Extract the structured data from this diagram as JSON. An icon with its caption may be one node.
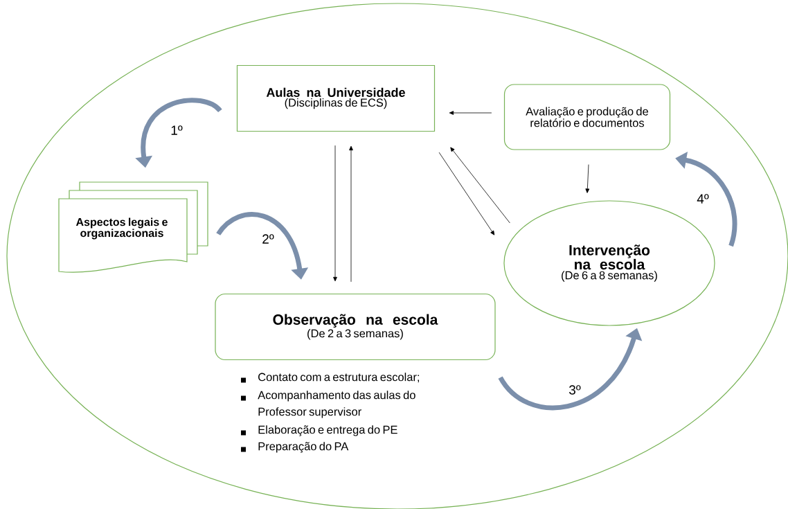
{
  "diagram": {
    "nodes": [
      {
        "text": [],
        "shape": "ellipse"
      },
      {
        "text": [
          "Aulas na Universidade",
          "(Disciplinas de ECS)"
        ],
        "in": 0
      },
      {
        "text": [
          "Avaliação e produção de relatório e documentos"
        ],
        "in": 0
      },
      {
        "text": [
          "Aspectos legais e organizacionais"
        ],
        "in": 0
      },
      {
        "text": [
          "Intervenção na escola",
          "(De 6 a 8 semanas)"
        ],
        "in": 0
      },
      {
        "text": [
          "Observação na escola",
          "(De 2 a 3 semanas)"
        ],
        "in": 0,
        "beside": [
          "Contato com a estrutura escolar;",
          "Acompanhamento das aulas do Professor supervisor",
          "Elaboração e entrega do PE",
          "Preparação do PA"
        ]
      }
    ],
    "edges": [
      {
        "from": 1,
        "to": 3,
        "arrow": "to",
        "label": "1º",
        "style": "thick",
        "color": "#7b8fab"
      },
      {
        "from": 3,
        "to": 5,
        "arrow": "to",
        "label": "2º",
        "style": "thick",
        "color": "#7b8fab"
      },
      {
        "from": 5,
        "to": 4,
        "arrow": "to",
        "label": "3º",
        "style": "thick",
        "color": "#7b8fab"
      },
      {
        "from": 4,
        "to": 2,
        "arrow": "to",
        "label": "4º",
        "style": "thick",
        "color": "#7b8fab"
      },
      {
        "from": 2,
        "to": 1,
        "arrow": "to"
      },
      {
        "from": 1,
        "to": 5,
        "arrow": "to"
      },
      {
        "from": 5,
        "to": 1,
        "arrow": "to"
      },
      {
        "from": 1,
        "to": 4,
        "arrow": "to"
      },
      {
        "from": 4,
        "to": 1,
        "arrow": "to"
      },
      {
        "from": 2,
        "to": 4,
        "arrow": "to"
      }
    ]
  }
}
